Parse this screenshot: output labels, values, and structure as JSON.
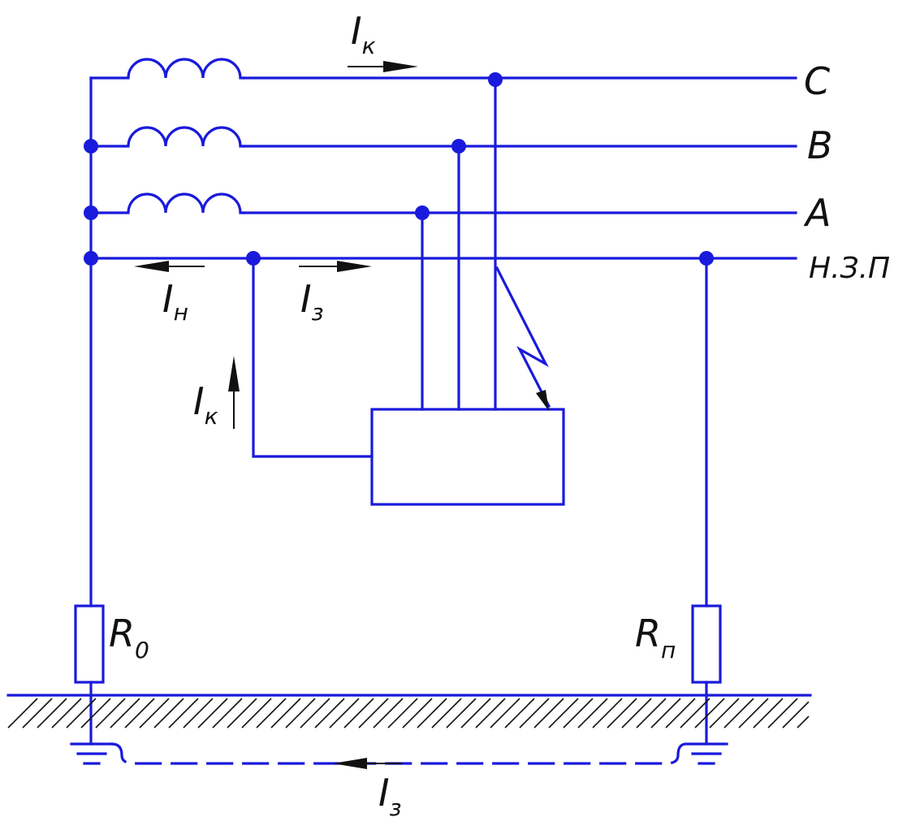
{
  "colors": {
    "wire": "#1a1adc",
    "ink": "#111111",
    "background": "#ffffff"
  },
  "lines": {
    "phase_c": "C",
    "phase_b": "B",
    "phase_a": "A",
    "neutral": "Н.З.П"
  },
  "currents": {
    "ik_top": {
      "main": "I",
      "sub": "к"
    },
    "in_left": {
      "main": "I",
      "sub": "н"
    },
    "iz_top": {
      "main": "I",
      "sub": "з"
    },
    "ik_mid": {
      "main": "I",
      "sub": "к"
    },
    "iz_ground": {
      "main": "I",
      "sub": "з"
    }
  },
  "resistors": {
    "r0": {
      "main": "R",
      "sub": "0"
    },
    "rp": {
      "main": "R",
      "sub": "п"
    }
  }
}
